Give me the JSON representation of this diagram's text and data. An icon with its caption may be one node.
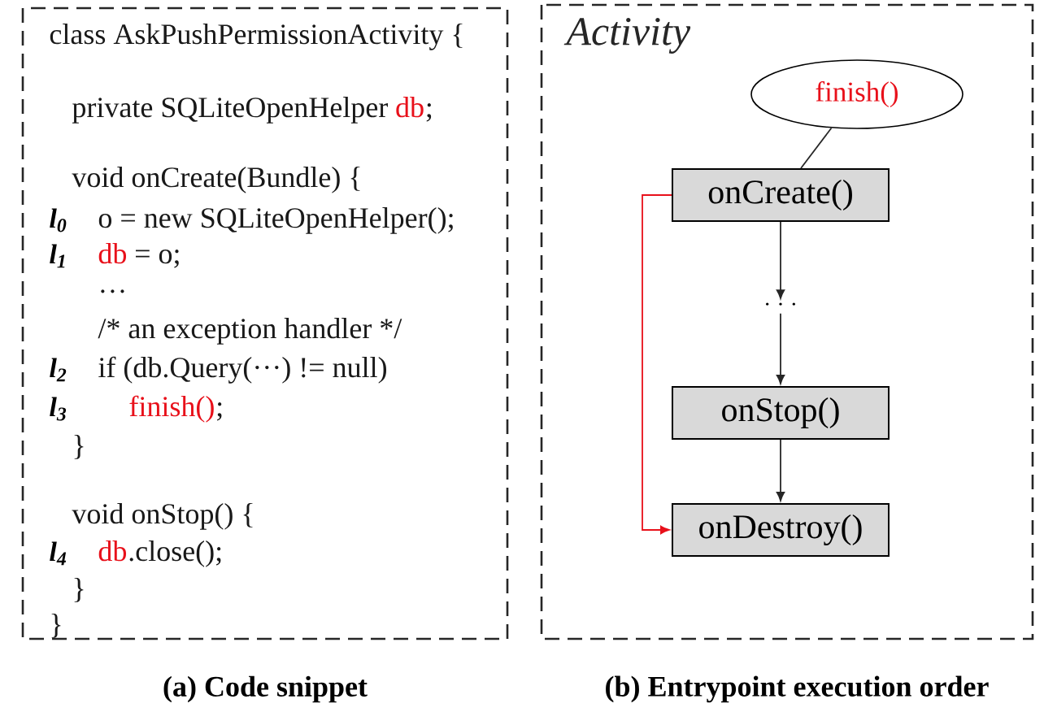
{
  "diagram": {
    "nodes": [
      {
        "text": [
          "class AskPushPermissionActivity {",
          "private SQLiteOpenHelper",
          "db",
          ";",
          "void onCreate(Bundle) {",
          "l$_{0}$",
          "o = new SQLiteOpenHelper();",
          "l$_{1}$",
          "db",
          "= o;",
          "…",
          "/*  an exception handler  */",
          "l$_{2}$",
          "if (db.Query(···) != null)",
          "l$_{3}$",
          "finish()",
          ";",
          "}",
          "void onStop() {",
          "l$_{4}$",
          "db",
          ".close();",
          "}",
          "}"
        ]
      },
      {
        "text": [
          "Activity"
        ]
      },
      {
        "text": [
          "finish()"
        ],
        "in": 1
      },
      {
        "text": [
          "onCreate()"
        ],
        "in": 1
      },
      {
        "text": [
          "· · ·"
        ],
        "in": 1
      },
      {
        "text": [
          "onStop()"
        ],
        "in": 1
      },
      {
        "text": [
          "onDestroy()"
        ],
        "in": 1
      }
    ],
    "edges": [
      {
        "from": 2,
        "to": 3,
        "arrow": "none"
      },
      {
        "from": 3,
        "to": 4,
        "arrow": "to"
      },
      {
        "from": 4,
        "to": 5,
        "arrow": "to"
      },
      {
        "from": 5,
        "to": 6,
        "arrow": "to"
      },
      {
        "from": 3,
        "to": 6,
        "arrow": "to",
        "color": "#e8101a"
      }
    ],
    "labels": [
      "(a) Code snippet",
      "(b) Entrypoint execution order"
    ]
  }
}
